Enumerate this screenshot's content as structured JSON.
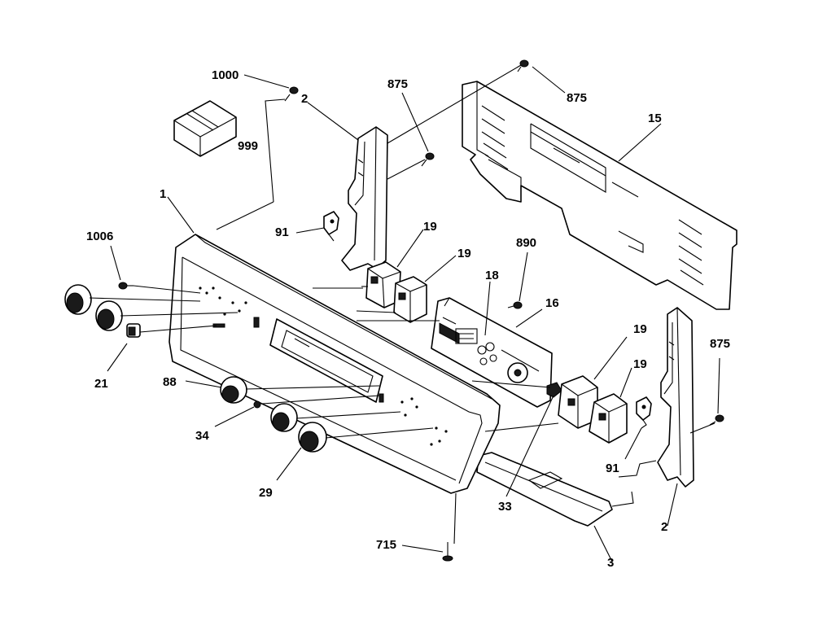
{
  "diagram": {
    "labels": {
      "p1000": "1000",
      "p999": "999",
      "p2a": "2",
      "p875a": "875",
      "p875b": "875",
      "p15": "15",
      "p1": "1",
      "p91a": "91",
      "p1006": "1006",
      "p19a": "19",
      "p19b": "19",
      "p890": "890",
      "p18": "18",
      "p16": "16",
      "p19c": "19",
      "p19d": "19",
      "p875c": "875",
      "p21": "21",
      "p88": "88",
      "p34": "34",
      "p29": "29",
      "p33": "33",
      "p91b": "91",
      "p2b": "2",
      "p715": "715",
      "p3": "3"
    }
  }
}
